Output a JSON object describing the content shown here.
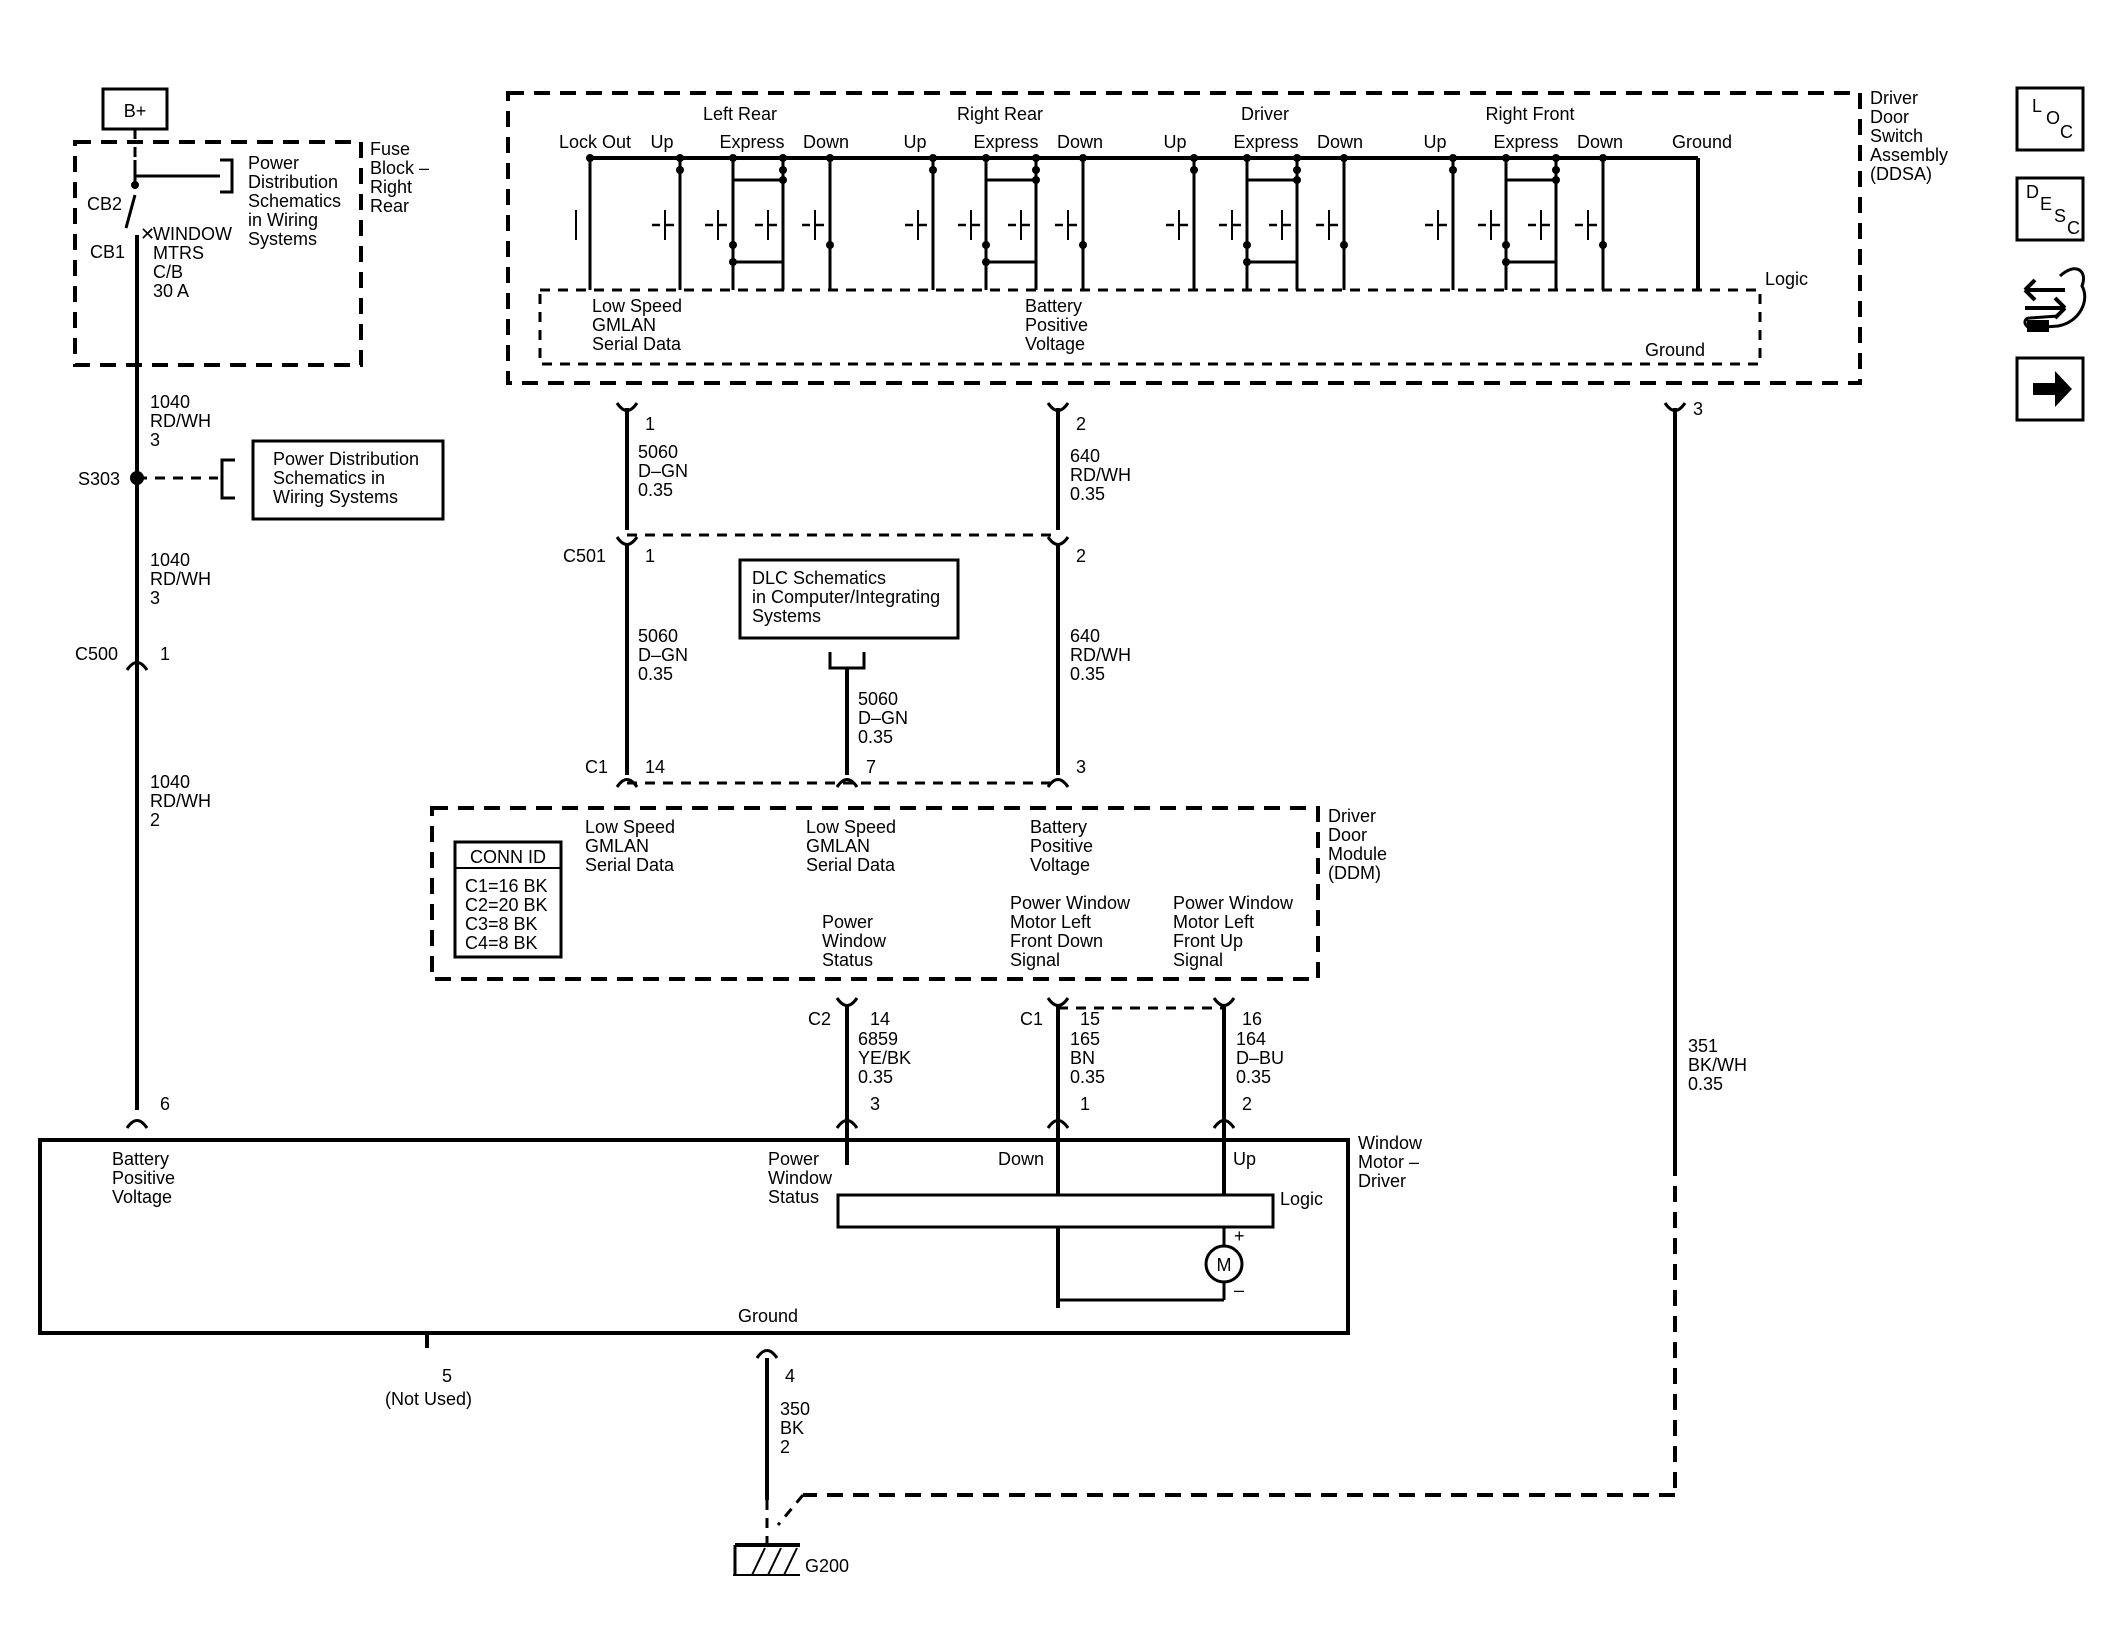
{
  "battery": {
    "label": "B+"
  },
  "fuse_block": {
    "title": [
      "Fuse",
      "Block –",
      "Right",
      "Rear"
    ],
    "cb2": "CB2",
    "cb1": "CB1",
    "breaker": [
      "WINDOW",
      "MTRS",
      "C/B",
      "30 A"
    ],
    "ref": [
      "Power",
      "Distribution",
      "Schematics",
      "in Wiring",
      "Systems"
    ]
  },
  "ddsa": {
    "title": [
      "Driver",
      "Door",
      "Switch",
      "Assembly",
      "(DDSA)"
    ],
    "group_labels": [
      "Left Rear",
      "Right Rear",
      "Driver",
      "Right Front"
    ],
    "lock_out": "Lock Out",
    "up": "Up",
    "express": "Express",
    "down": "Down",
    "ground": "Ground",
    "logic": "Logic",
    "gmlan": [
      "Low Speed",
      "GMLAN",
      "Serial Data"
    ],
    "battery": [
      "Battery",
      "Positive",
      "Voltage"
    ],
    "ground_inner": "Ground",
    "pins": [
      "1",
      "2",
      "3"
    ]
  },
  "wires": {
    "w1040_3": [
      "1040",
      "RD/WH",
      "3"
    ],
    "w1040_2": [
      "1040",
      "RD/WH",
      "2"
    ],
    "w5060_035": [
      "5060",
      "D–GN",
      "0.35"
    ],
    "w640_035": [
      "640",
      "RD/WH",
      "0.35"
    ],
    "w6859": [
      "6859",
      "YE/BK",
      "0.35"
    ],
    "w165": [
      "165",
      "BN",
      "0.35"
    ],
    "w164": [
      "164",
      "D–BU",
      "0.35"
    ],
    "w351": [
      "351",
      "BK/WH",
      "0.35"
    ],
    "w350": [
      "350",
      "BK",
      "2"
    ]
  },
  "splice": {
    "label": "S303",
    "ref": [
      "Power Distribution",
      "Schematics in",
      "Wiring Systems"
    ]
  },
  "connectors": {
    "c500": "C500",
    "c500_pin": "1",
    "c501": "C501",
    "c501_pins": [
      "1",
      "2"
    ],
    "c1": "C1",
    "c1_pins": [
      "14",
      "7",
      "3"
    ],
    "c2": "C2",
    "c2_pin": "14",
    "c1b": "C1",
    "c1b_pins": [
      "15",
      "16"
    ]
  },
  "dlc": {
    "ref": [
      "DLC Schematics",
      "in Computer/Integrating",
      "Systems"
    ]
  },
  "ddm": {
    "title": [
      "Driver",
      "Door",
      "Module",
      "(DDM)"
    ],
    "conn_id_title": "CONN ID",
    "conn_id_rows": [
      "C1=16 BK",
      "C2=20 BK",
      "C3=8 BK",
      "C4=8 BK"
    ],
    "gmlan1": [
      "Low Speed",
      "GMLAN",
      "Serial Data"
    ],
    "gmlan2": [
      "Low Speed",
      "GMLAN",
      "Serial Data"
    ],
    "battery": [
      "Battery",
      "Positive",
      "Voltage"
    ],
    "pw_status": [
      "Power",
      "Window",
      "Status"
    ],
    "motor_down": [
      "Power Window",
      "Motor Left",
      "Front Down",
      "Signal"
    ],
    "motor_up": [
      "Power Window",
      "Motor Left",
      "Front Up",
      "Signal"
    ]
  },
  "motor": {
    "title": [
      "Window",
      "Motor –",
      "Driver"
    ],
    "battery": [
      "Battery",
      "Positive",
      "Voltage"
    ],
    "pw_status": [
      "Power",
      "Window",
      "Status"
    ],
    "down": "Down",
    "up": "Up",
    "logic": "Logic",
    "ground": "Ground",
    "m": "M",
    "plus": "+",
    "minus": "–",
    "pins": [
      "6",
      "3",
      "1",
      "2",
      "5",
      "4"
    ],
    "not_used": "(Not Used)"
  },
  "ground": {
    "label": "G200"
  },
  "nav": {
    "loc": [
      "L",
      "O",
      "C"
    ],
    "desc": [
      "D",
      "E",
      "S",
      "C"
    ],
    "arrow_icon": "right-arrow-icon"
  }
}
